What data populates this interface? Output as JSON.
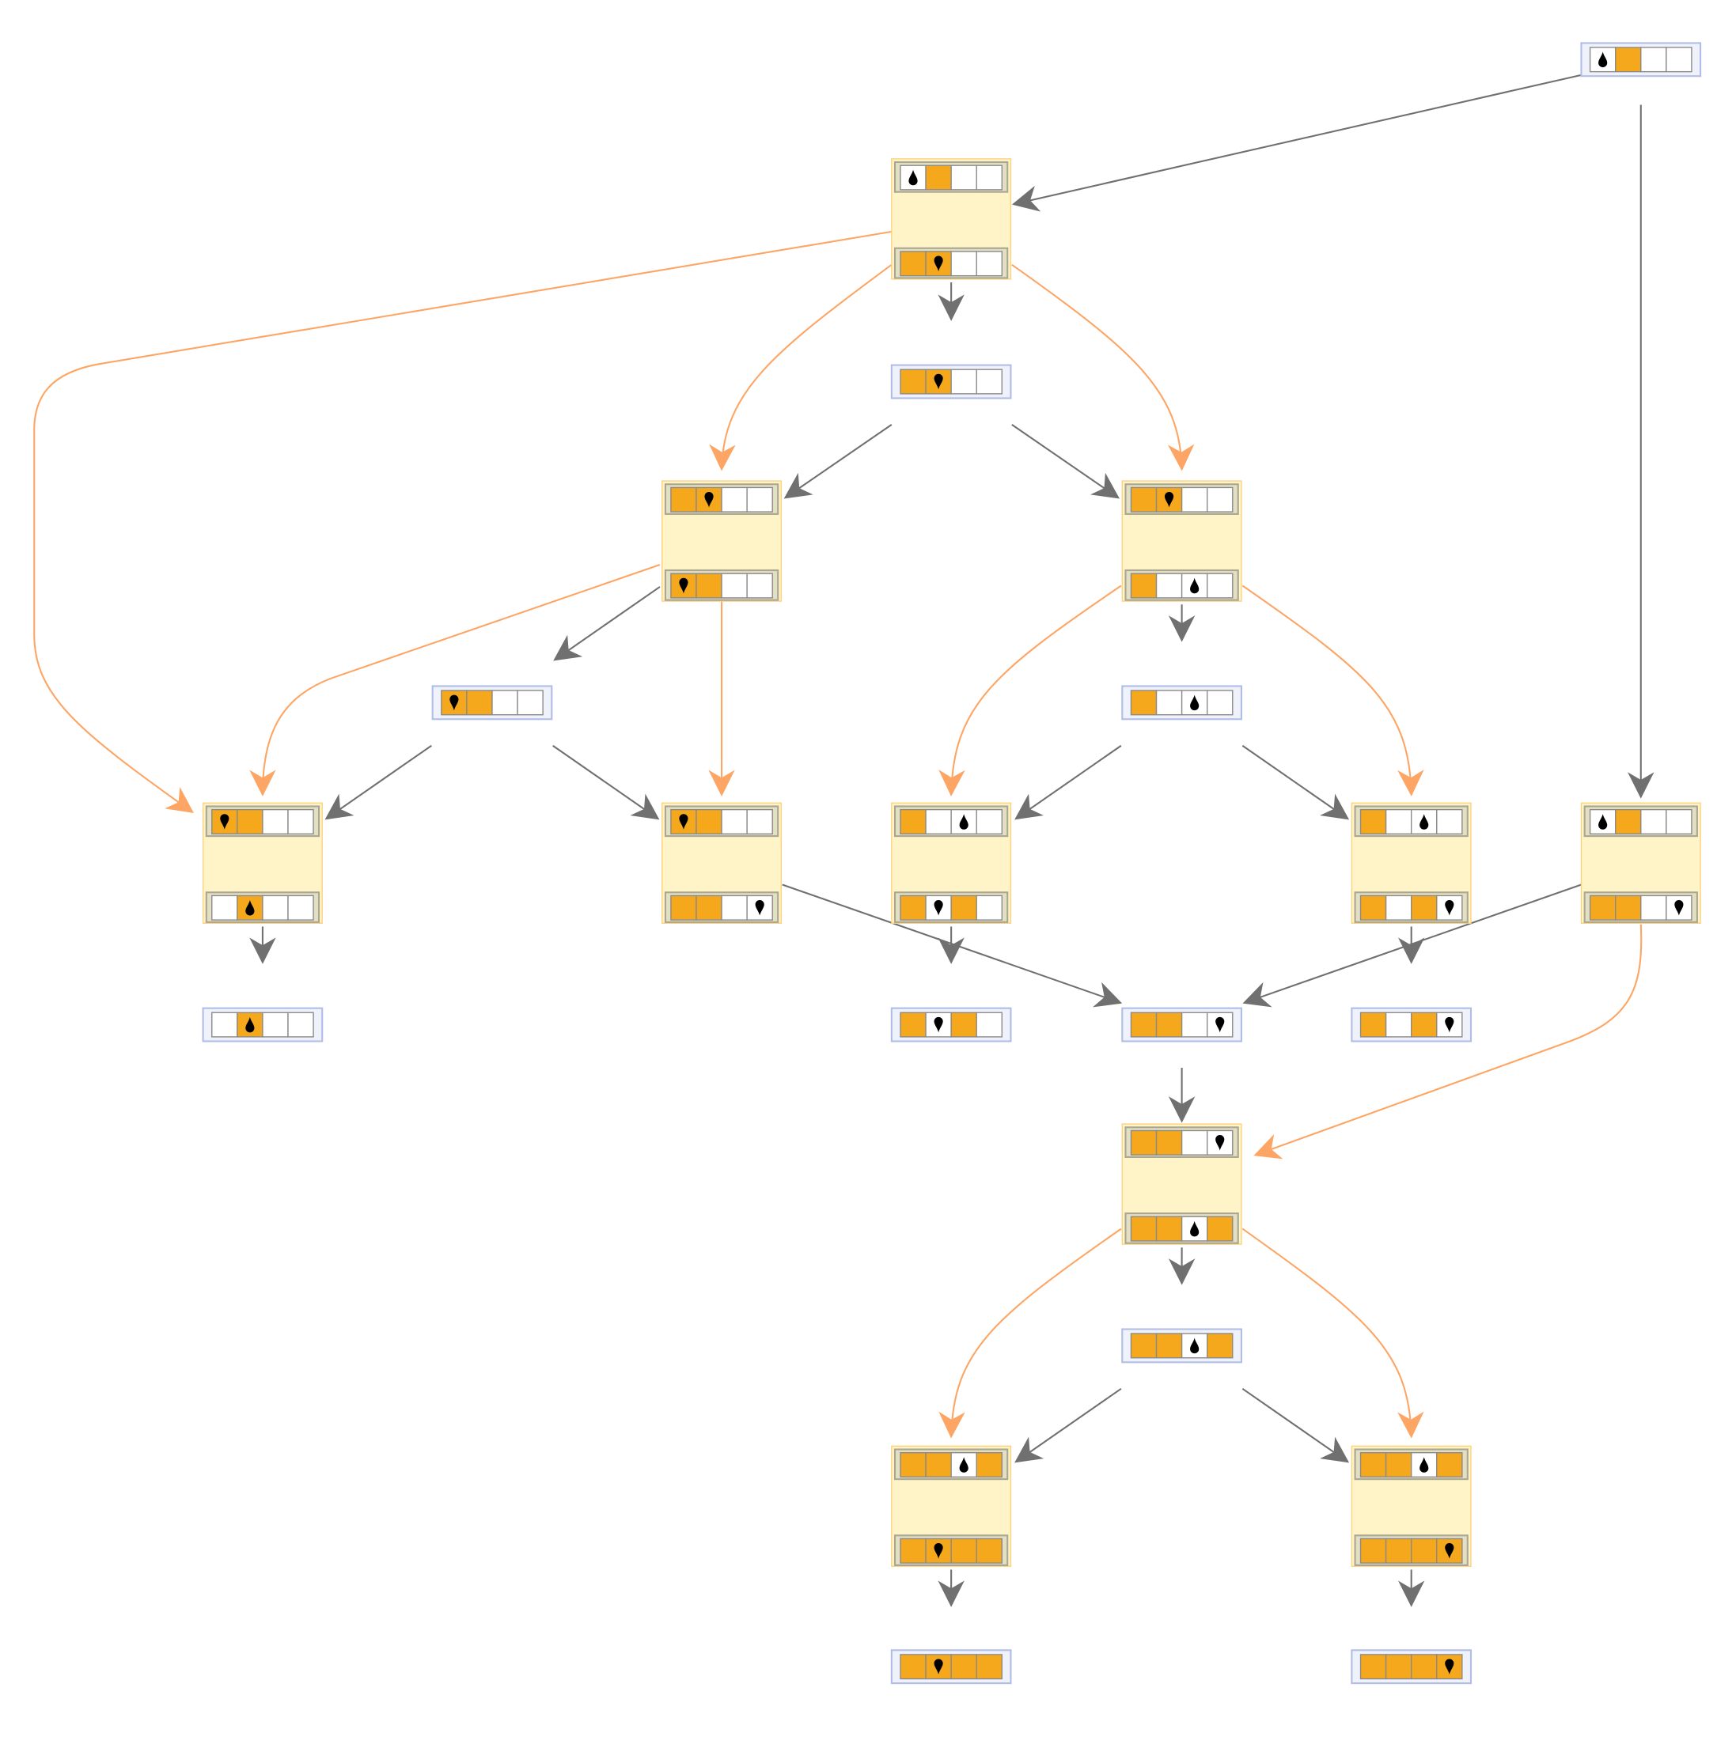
{
  "colors": {
    "filled": "#f5a81b",
    "empty": "#ffffff",
    "tape_frame": "#b0bde6",
    "tape_frame_fill": "#f0f2fb",
    "step_box_fill": "#fef4c8",
    "step_box_border": "#fcd27f",
    "inner_frame": "#aaa691",
    "inner_frame_fill": "#e3dfc3",
    "cell_border": "#8a8a8a",
    "edge_gray": "#707070",
    "edge_orange": "#fda564",
    "head": "#000000"
  },
  "head_icon": "droplet-head-icon",
  "states": [
    {
      "id": "s0",
      "cells": [
        0,
        1,
        0,
        0
      ],
      "head": 0,
      "dir": "up"
    },
    {
      "id": "s1",
      "cells": [
        1,
        1,
        0,
        0
      ],
      "head": 1,
      "dir": "down"
    },
    {
      "id": "s2",
      "cells": [
        1,
        1,
        0,
        0
      ],
      "head": 0,
      "dir": "down"
    },
    {
      "id": "s3",
      "cells": [
        1,
        0,
        0,
        0
      ],
      "head": 2,
      "dir": "up"
    },
    {
      "id": "s4",
      "cells": [
        0,
        1,
        0,
        0
      ],
      "head": 1,
      "dir": "up"
    },
    {
      "id": "s5",
      "cells": [
        1,
        0,
        1,
        0
      ],
      "head": 1,
      "dir": "down"
    },
    {
      "id": "s6",
      "cells": [
        1,
        1,
        0,
        0
      ],
      "head": 3,
      "dir": "down"
    },
    {
      "id": "s7",
      "cells": [
        1,
        0,
        1,
        0
      ],
      "head": 3,
      "dir": "down"
    },
    {
      "id": "s8",
      "cells": [
        1,
        1,
        0,
        1
      ],
      "head": 2,
      "dir": "up"
    },
    {
      "id": "s9",
      "cells": [
        1,
        1,
        1,
        1
      ],
      "head": 1,
      "dir": "down"
    },
    {
      "id": "s10",
      "cells": [
        1,
        1,
        1,
        1
      ],
      "head": 3,
      "dir": "down"
    }
  ],
  "steps": [
    {
      "id": "e0",
      "from": "s0",
      "to": "s1"
    },
    {
      "id": "e1",
      "from": "s1",
      "to": "s2"
    },
    {
      "id": "e2",
      "from": "s1",
      "to": "s3"
    },
    {
      "id": "e3",
      "from": "s2",
      "to": "s4"
    },
    {
      "id": "e4",
      "from": "s2",
      "to": "s6"
    },
    {
      "id": "e5",
      "from": "s3",
      "to": "s5"
    },
    {
      "id": "e6",
      "from": "s3",
      "to": "s7"
    },
    {
      "id": "e7",
      "from": "s0",
      "to": "s6"
    },
    {
      "id": "e8",
      "from": "s6",
      "to": "s8"
    },
    {
      "id": "e9",
      "from": "s8",
      "to": "s9"
    },
    {
      "id": "e10",
      "from": "s8",
      "to": "s10"
    }
  ]
}
